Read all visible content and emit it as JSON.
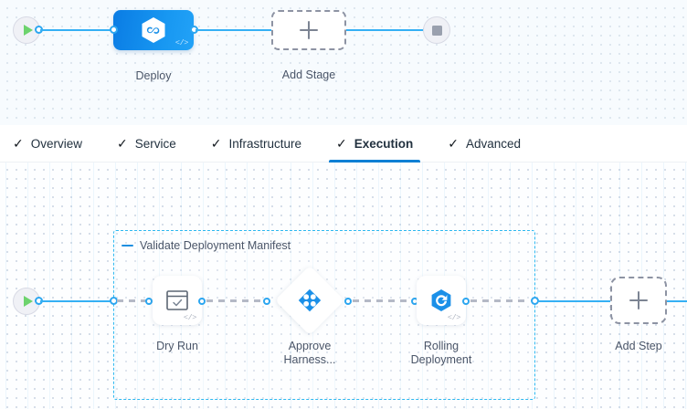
{
  "pipeline": {
    "top_canvas": {
      "start_node": {
        "name": "pipeline-start",
        "icon": "play-icon"
      },
      "end_node": {
        "name": "pipeline-end",
        "icon": "stop-icon"
      },
      "stages": [
        {
          "label": "Deploy",
          "icon": "harness-infinity-icon",
          "badge": "</>",
          "selected": true
        },
        {
          "label": "Add Stage",
          "icon": "plus-icon",
          "selected": false
        }
      ]
    },
    "tabs": [
      {
        "label": "Overview",
        "check": "✓",
        "active": false
      },
      {
        "label": "Service",
        "check": "✓",
        "active": false
      },
      {
        "label": "Infrastructure",
        "check": "✓",
        "active": false
      },
      {
        "label": "Execution",
        "check": "✓",
        "active": true
      },
      {
        "label": "Advanced",
        "check": "✓",
        "active": false
      }
    ],
    "execution": {
      "start_node": {
        "name": "execution-start",
        "icon": "play-icon"
      },
      "step_group": {
        "label": "Validate Deployment Manifest",
        "collapse_icon": "minus-icon",
        "steps": [
          {
            "label": "Dry Run",
            "icon": "shell-script-icon",
            "badge": "</>",
            "shape": "square"
          },
          {
            "label": "Approve\nHarness...",
            "icon": "harness-approval-icon",
            "shape": "diamond"
          },
          {
            "label": "Rolling\nDeployment",
            "icon": "rolling-deployment-icon",
            "badge": "</>",
            "shape": "square"
          }
        ]
      },
      "add_step": {
        "label": "Add Step",
        "icon": "plus-icon"
      }
    }
  },
  "colors": {
    "accent_blue": "#0b7fd4",
    "line_blue": "#35b0f4",
    "group_border": "#2eb8f0",
    "stage_gradient_from": "#0a7ce4",
    "stage_gradient_to": "#22a2f7",
    "play_green": "#6dd36d",
    "stop_grey": "#9aa0ae",
    "label_grey": "#4a5568"
  }
}
